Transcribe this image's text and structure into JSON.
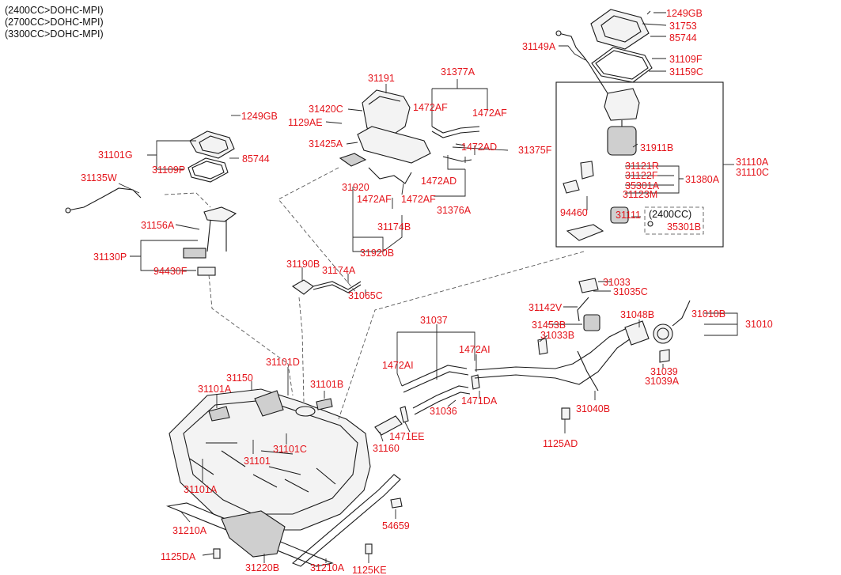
{
  "header": {
    "engine_variants": [
      "(2400CC>DOHC-MPI)",
      "(2700CC>DOHC-MPI)",
      "(3300CC>DOHC-MPI)"
    ]
  },
  "callouts": {
    "c1249gb_a": "1249GB",
    "c31753": "31753",
    "c85744_a": "85744",
    "c31149a": "31149A",
    "c31109f": "31109F",
    "c31159c": "31159C",
    "c31191": "31191",
    "c31377a": "31377A",
    "c31420c": "31420C",
    "c1472af_a": "1472AF",
    "c1472af_b": "1472AF",
    "c1129ae": "1129AE",
    "c31425a": "31425A",
    "c1472ad_a": "1472AD",
    "c31375f": "31375F",
    "c1249gb_b": "1249GB",
    "c31101g": "31101G",
    "c85744_b": "85744",
    "c31109p": "31109P",
    "c31135w": "31135W",
    "c31920": "31920",
    "c1472af_c": "1472AF",
    "c1472af_d": "1472AF",
    "c1472ad_b": "1472AD",
    "c31376a": "31376A",
    "c31174b": "31174B",
    "c31920b": "31920B",
    "c31156a": "31156A",
    "c31130p": "31130P",
    "c94430f": "94430F",
    "c31911b": "31911B",
    "c31121r": "31121R",
    "c31122f": "31122F",
    "c35301a": "35301A",
    "c31123m": "31123M",
    "c31380a": "31380A",
    "c31110a": "31110A",
    "c31110c": "31110C",
    "c94460": "94460",
    "c31111": "31111",
    "c2400cc": "(2400CC)",
    "c35301b": "35301B",
    "c31190b": "31190B",
    "c31174a": "31174A",
    "c31065c": "31065C",
    "c31033": "31033",
    "c31035c": "31035C",
    "c31142v": "31142V",
    "c31048b": "31048B",
    "c31010b": "31010B",
    "c31010": "31010",
    "c31453b": "31453B",
    "c31033b": "31033B",
    "c31037": "31037",
    "c1472ai_a": "1472AI",
    "c1472ai_b": "1472AI",
    "c31039": "31039",
    "c31039a": "31039A",
    "c31101d": "31101D",
    "c31150": "31150",
    "c31101a_a": "31101A",
    "c31101b": "31101B",
    "c1471da": "1471DA",
    "c31036": "31036",
    "c31040b": "31040B",
    "c1471ee": "1471EE",
    "c31160": "31160",
    "c1125ad_a": "1125AD",
    "c31101c": "31101C",
    "c31101": "31101",
    "c31101a_b": "31101A",
    "c31210a_a": "31210A",
    "c54659": "54659",
    "c1125da": "1125DA",
    "c31220b": "31220B",
    "c31210a_b": "31210A",
    "c1125ke": "1125KE"
  },
  "colors": {
    "callout": "#e4141b",
    "header": "#111111",
    "line": "#222222"
  }
}
